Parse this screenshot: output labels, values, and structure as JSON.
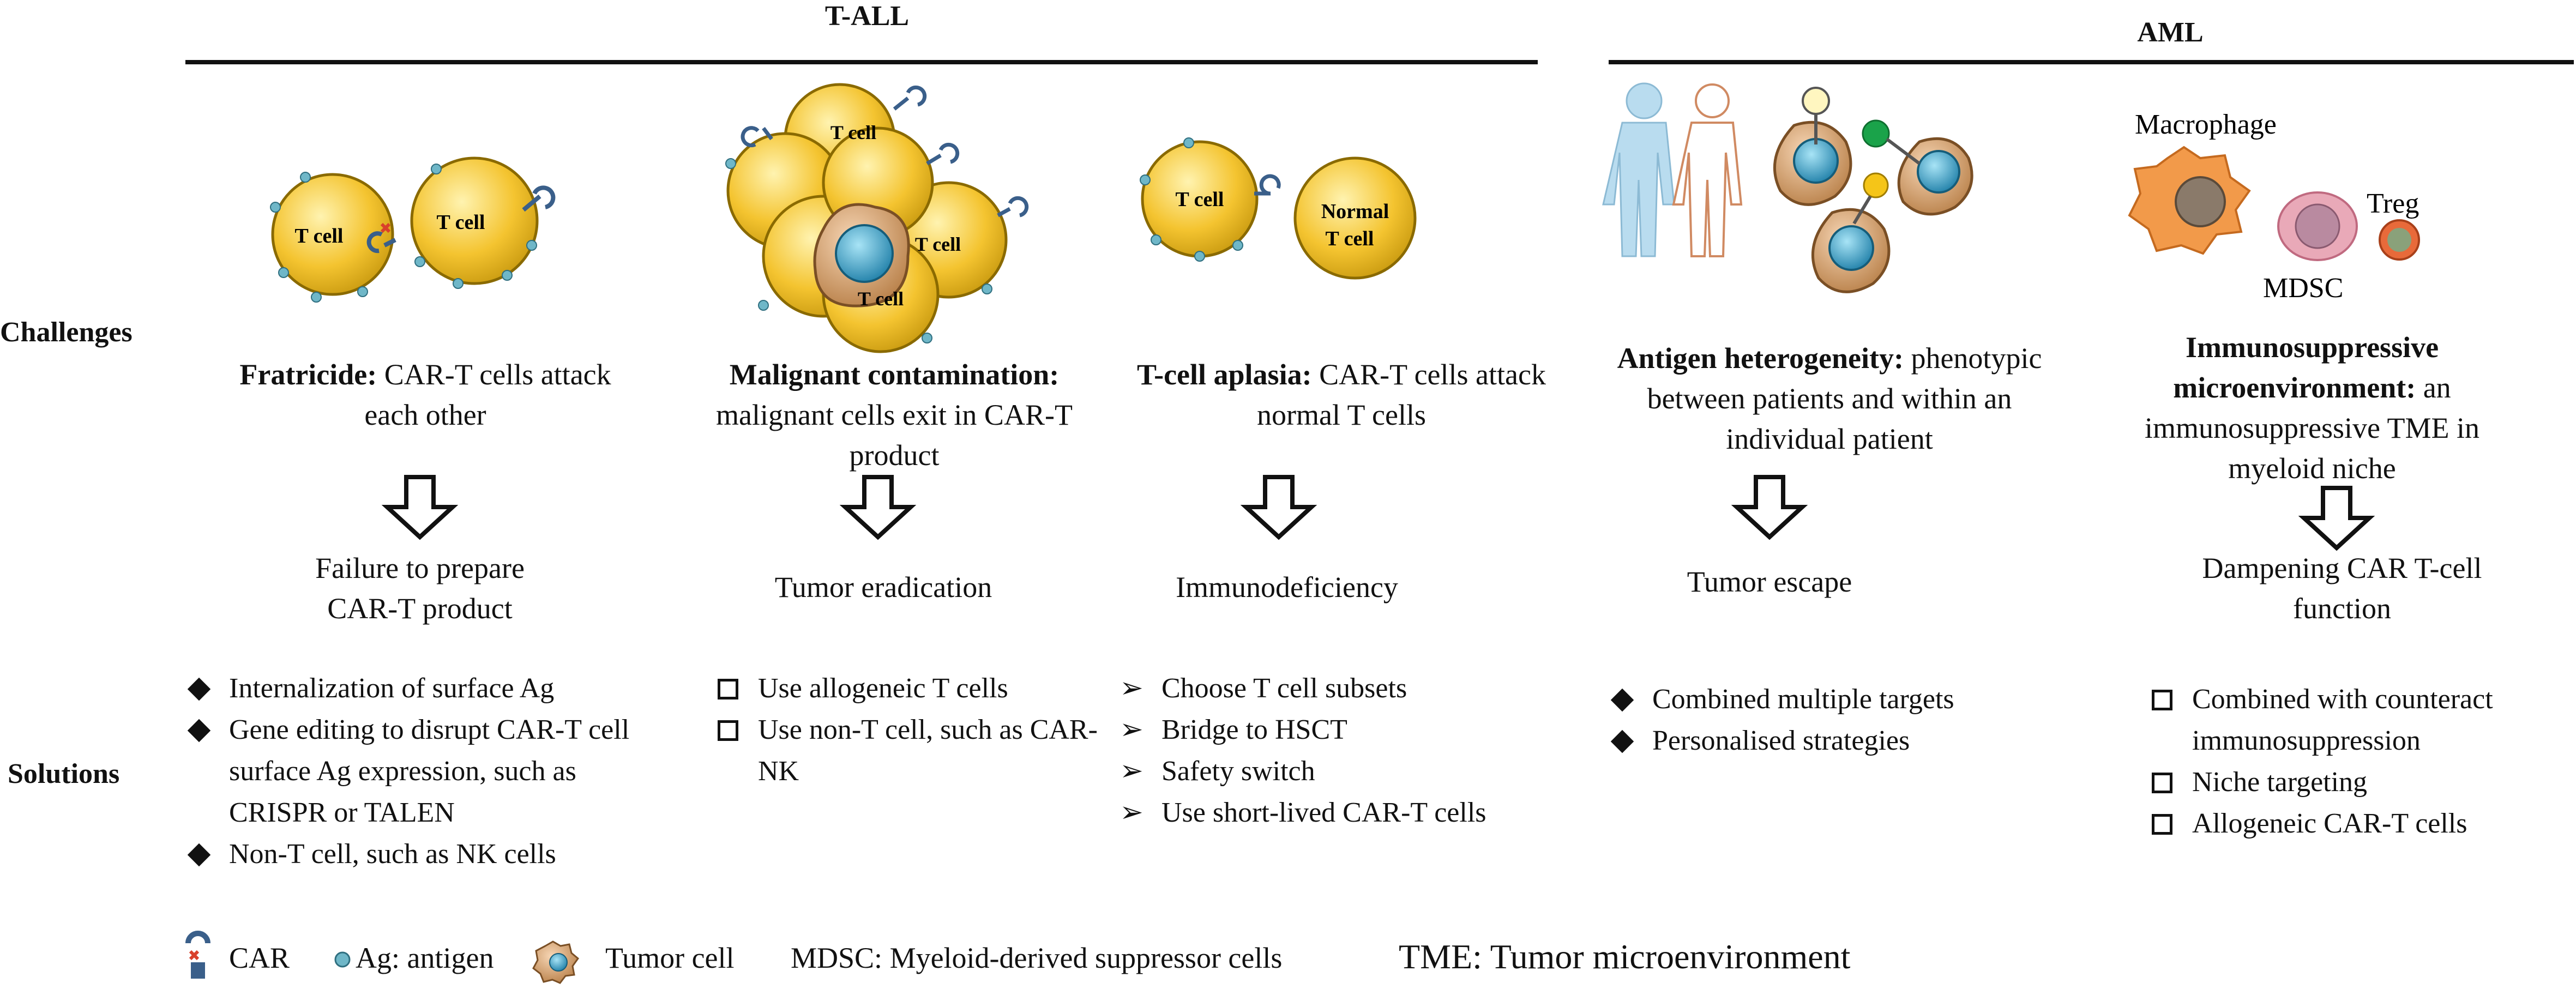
{
  "sections": {
    "tall": {
      "title": "T-ALL"
    },
    "aml": {
      "title": "AML"
    }
  },
  "row_labels": {
    "challenges": "Challenges",
    "solutions": "Solutions"
  },
  "illustrations": {
    "t_cell": "T cell",
    "normal_t_cell_line1": "Normal",
    "normal_t_cell_line2": "T cell",
    "macrophage": "Macrophage",
    "mdsc": "MDSC",
    "treg": "Treg"
  },
  "columns": [
    {
      "challenge_bold": "Fratricide:",
      "challenge_text": " CAR-T cells attack each other",
      "outcome": "Failure to prepare CAR-T product",
      "solution_marker": "diamond",
      "solutions": [
        "Internalization of surface Ag",
        "Gene editing to disrupt CAR-T cell surface Ag expression, such as CRISPR or TALEN",
        "Non-T cell, such as NK cells"
      ]
    },
    {
      "challenge_bold": "Malignant contamination:",
      "challenge_text": " malignant cells exit in CAR-T product",
      "outcome": "Tumor eradication",
      "solution_marker": "box",
      "solutions": [
        "Use allogeneic T cells",
        "Use non-T cell, such as CAR-NK"
      ]
    },
    {
      "challenge_bold": "T-cell aplasia:",
      "challenge_text": " CAR-T cells attack normal T cells",
      "outcome": "Immunodeficiency",
      "solution_marker": "arrowhead",
      "solutions": [
        "Choose T cell subsets",
        "Bridge to HSCT",
        "Safety switch",
        "Use short-lived CAR-T cells"
      ]
    },
    {
      "challenge_bold": "Antigen heterogeneity:",
      "challenge_text": " phenotypic between patients and within an individual patient",
      "outcome": "Tumor escape",
      "solution_marker": "diamond",
      "solutions": [
        "Combined multiple targets",
        "Personalised strategies"
      ]
    },
    {
      "challenge_bold": "Immunosuppressive microenvironment:",
      "challenge_text": " an immunosuppressive TME in myeloid niche",
      "outcome": "Dampening CAR T-cell function",
      "solution_marker": "box",
      "solutions": [
        "Combined with counteract immunosuppression",
        "Niche targeting",
        "Allogeneic CAR-T cells"
      ]
    }
  ],
  "legend": {
    "car": "CAR",
    "antigen": "Ag: antigen",
    "tumor_cell": "Tumor cell",
    "mdsc": "MDSC: Myeloid-derived suppressor cells",
    "tme": "TME: Tumor microenvironment"
  },
  "colors": {
    "t_cell_fill": "#f4c430",
    "t_cell_stroke": "#8a6a00",
    "antigen": "#6fb7c8",
    "car_receptor": "#3a5f8a",
    "tumor_nucleus": "#3aa0c8",
    "tumor_body": "#d9a066",
    "human_figure_1": "#b9dcef",
    "human_figure_2": "#f0c9a8",
    "macrophage": "#f29a4a",
    "mdsc": "#e9a9b8",
    "treg": "#e86a3a"
  }
}
